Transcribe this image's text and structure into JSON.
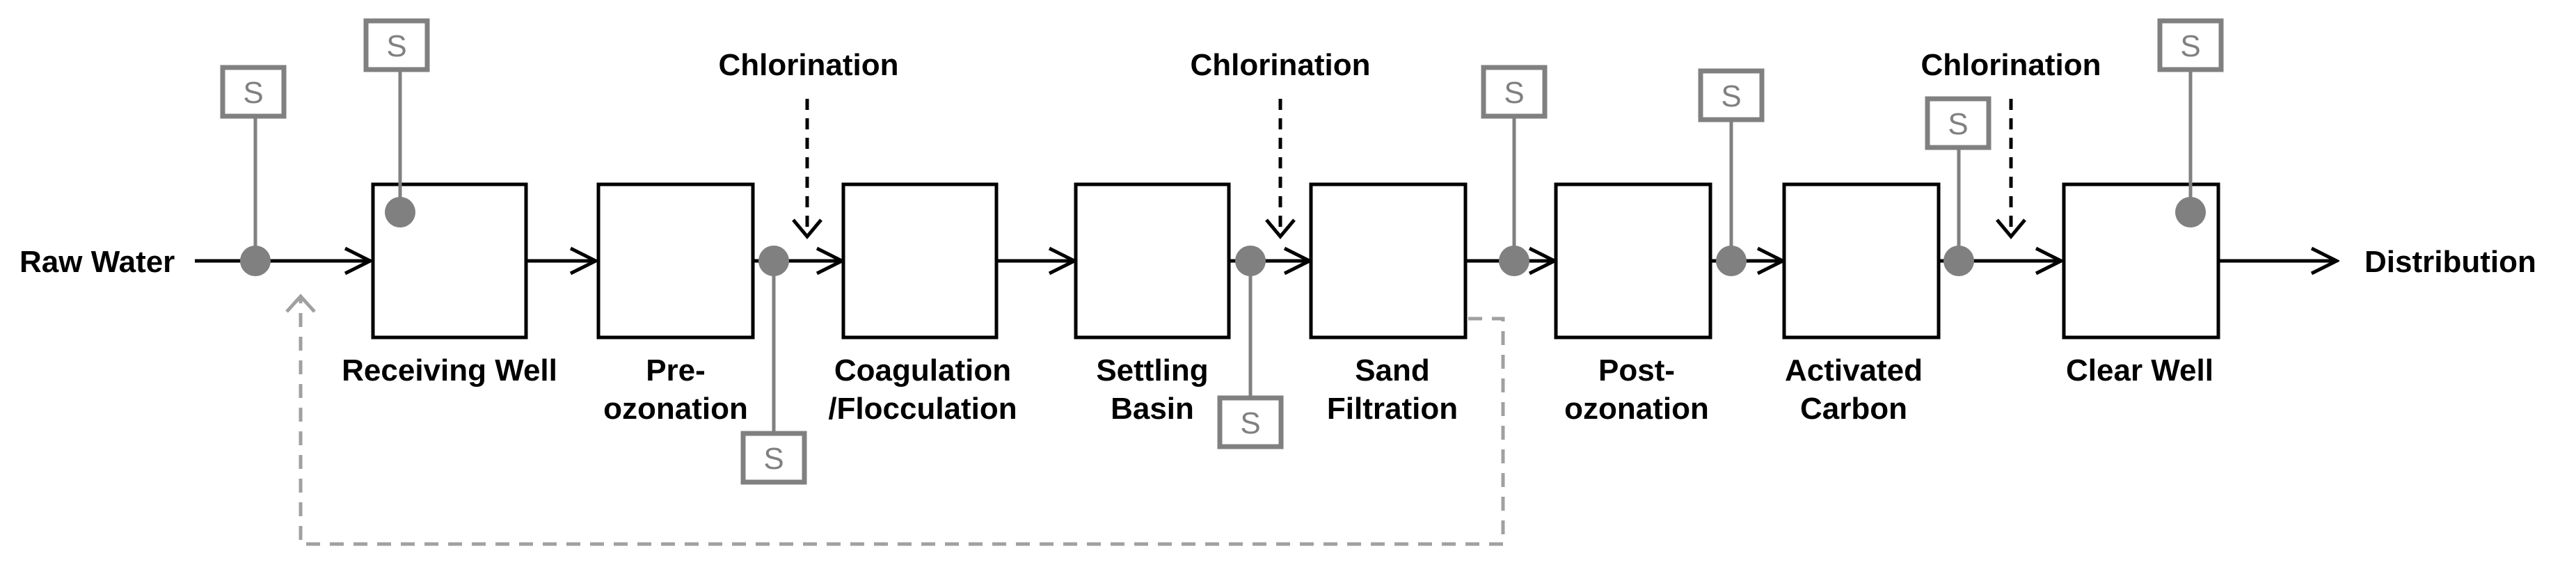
{
  "diagram": {
    "input_label": "Raw Water",
    "output_label": "Distribution",
    "sample_symbol": "S",
    "chemical_label": "Chlorination",
    "units": [
      {
        "id": "receiving-well",
        "lines": [
          "Receiving Well"
        ]
      },
      {
        "id": "pre-ozonation",
        "lines": [
          "Pre-",
          "ozonation"
        ]
      },
      {
        "id": "coagulation-flocculation",
        "lines": [
          "Coagulation",
          "/Flocculation"
        ]
      },
      {
        "id": "settling-basin",
        "lines": [
          "Settling",
          "Basin"
        ]
      },
      {
        "id": "sand-filtration",
        "lines": [
          "Sand",
          "Filtration"
        ]
      },
      {
        "id": "post-ozonation",
        "lines": [
          "Post-",
          "ozonation"
        ]
      },
      {
        "id": "activated-carbon",
        "lines": [
          "Activated",
          "Carbon"
        ]
      },
      {
        "id": "clear-well",
        "lines": [
          "Clear Well"
        ]
      }
    ],
    "colors": {
      "flow": "#000000",
      "sample_point": "#808080",
      "recycle": "#a0a0a0",
      "chlorination_arrow": "#000000"
    }
  }
}
